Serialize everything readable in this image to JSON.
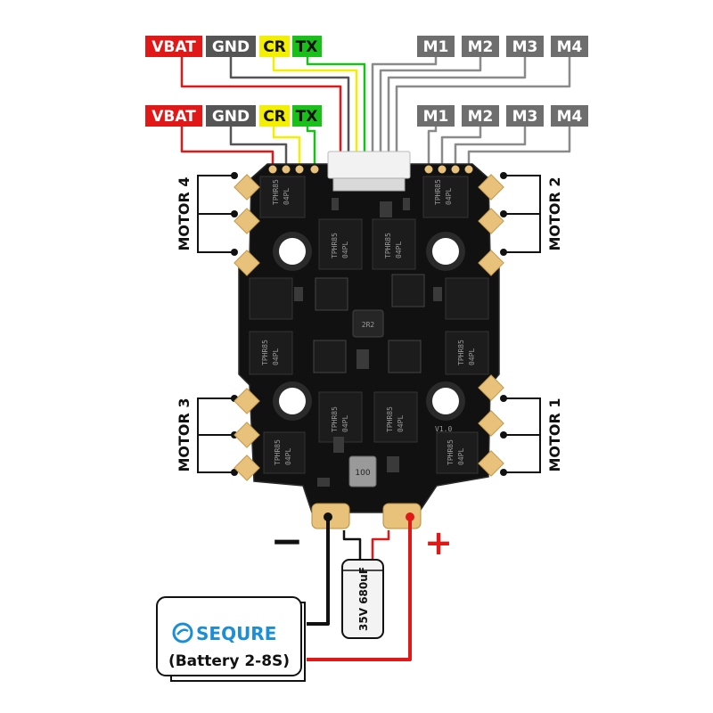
{
  "top_connector": {
    "left": [
      {
        "text": "VBAT",
        "bg": "#e01818",
        "fg": "#ffffff"
      },
      {
        "text": "GND",
        "bg": "#555555",
        "fg": "#ffffff"
      },
      {
        "text": "CR",
        "bg": "#f2ef00",
        "fg": "#111111"
      },
      {
        "text": "TX",
        "bg": "#19c019",
        "fg": "#111111"
      }
    ],
    "right": [
      {
        "text": "M1",
        "bg": "#6e6e6e",
        "fg": "#ffffff"
      },
      {
        "text": "M2",
        "bg": "#6e6e6e",
        "fg": "#ffffff"
      },
      {
        "text": "M3",
        "bg": "#6e6e6e",
        "fg": "#ffffff"
      },
      {
        "text": "M4",
        "bg": "#6e6e6e",
        "fg": "#ffffff"
      }
    ]
  },
  "pads": {
    "left": [
      {
        "text": "VBAT",
        "bg": "#e01818",
        "fg": "#ffffff"
      },
      {
        "text": "GND",
        "bg": "#555555",
        "fg": "#ffffff"
      },
      {
        "text": "CR",
        "bg": "#f2ef00",
        "fg": "#111111"
      },
      {
        "text": "TX",
        "bg": "#19c019",
        "fg": "#111111"
      }
    ],
    "right": [
      {
        "text": "M1",
        "bg": "#6e6e6e",
        "fg": "#ffffff"
      },
      {
        "text": "M2",
        "bg": "#6e6e6e",
        "fg": "#ffffff"
      },
      {
        "text": "M3",
        "bg": "#6e6e6e",
        "fg": "#ffffff"
      },
      {
        "text": "M4",
        "bg": "#6e6e6e",
        "fg": "#ffffff"
      }
    ]
  },
  "motors": {
    "m1": "MOTOR 1",
    "m2": "MOTOR 2",
    "m3": "MOTOR 3",
    "m4": "MOTOR 4"
  },
  "board": {
    "mosfet_text_a": "TPHR85",
    "mosfet_text_b": "04PL",
    "inductor": "2R2",
    "version": "V1.0",
    "small_inductor": "100"
  },
  "power": {
    "minus": "−",
    "plus": "+",
    "capacitor": "35V 680uF",
    "brand": "SEQURE",
    "battery": "(Battery 2-8S)"
  },
  "colors": {
    "vbat": "#e01818",
    "gnd": "#555555",
    "cr": "#f2ef00",
    "tx": "#19c019",
    "signal": "#6e6e6e",
    "wire_neg": "#111111",
    "wire_pos": "#e01818",
    "board": "#111111",
    "pad": "#e8c27a",
    "brand": "#1a8fd8"
  }
}
